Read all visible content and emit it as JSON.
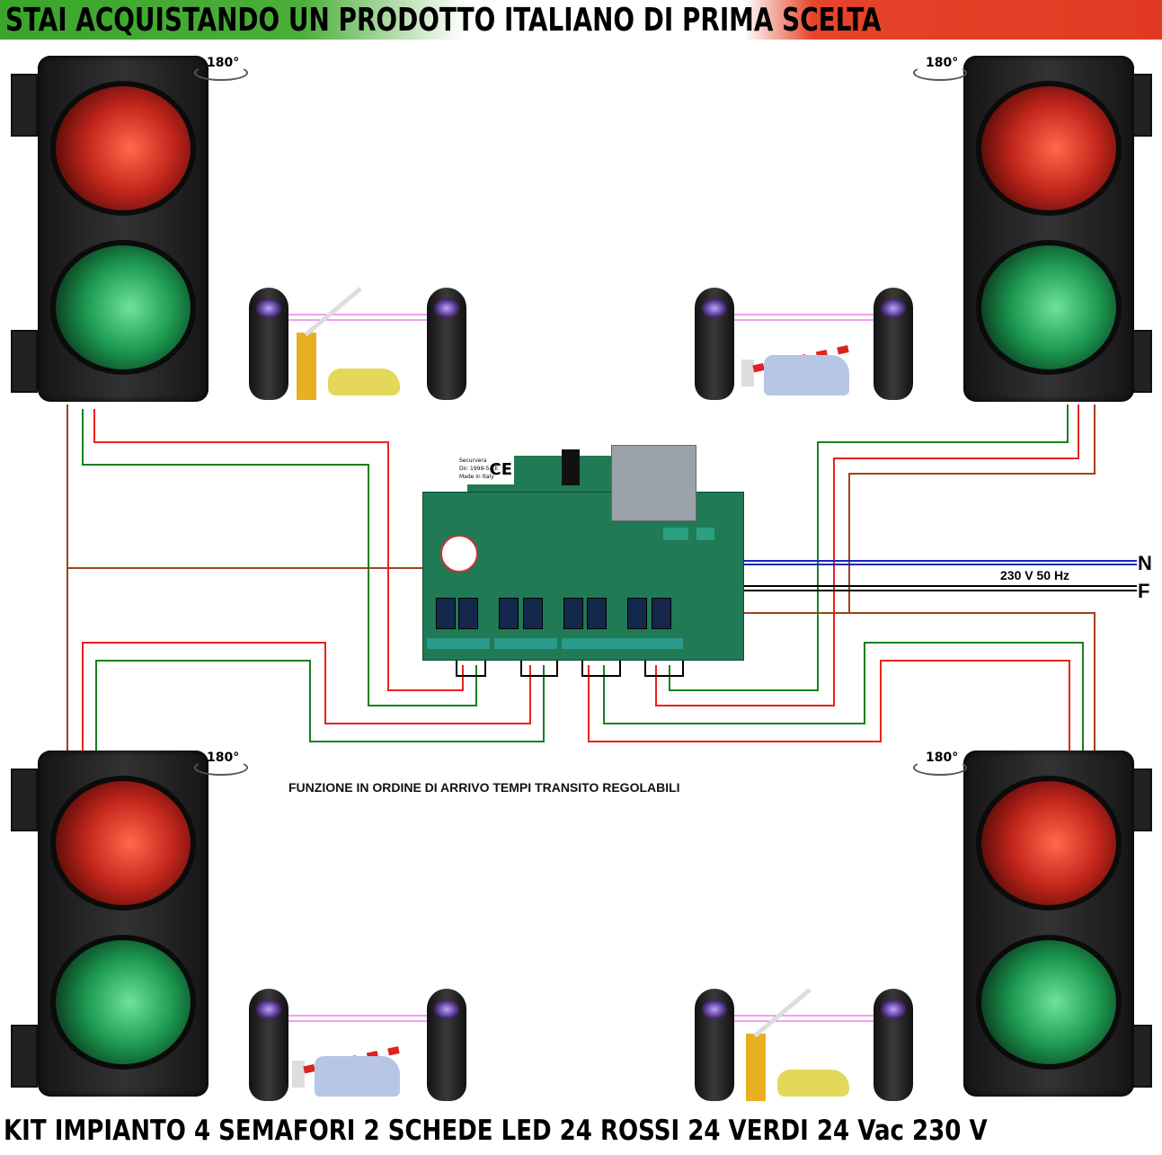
{
  "banner": {
    "text": "STAI ACQUISTANDO UN PRODOTTO ITALIANO DI PRIMA SCELTA"
  },
  "rotation_label": "180°",
  "board": {
    "label_lines": [
      "Securvera",
      "Dir. 1999-5-CE",
      "Made in Italy"
    ],
    "ce_mark": "CE"
  },
  "power": {
    "n": "N",
    "f": "F",
    "spec": "230 V 50 Hz"
  },
  "function_text": "FUNZIONE IN ORDINE DI ARRIVO TEMPI TRANSITO REGOLABILI",
  "footer": {
    "text": "KIT IMPIANTO 4 SEMAFORI 2 SCHEDE LED 24 ROSSI 24 VERDI 24 Vac 230 V"
  },
  "colors": {
    "wire_red": "#e8231c",
    "wire_green": "#17801f",
    "wire_brown": "#a0421a",
    "wire_blue": "#1b26b8",
    "wire_black": "#000000"
  }
}
